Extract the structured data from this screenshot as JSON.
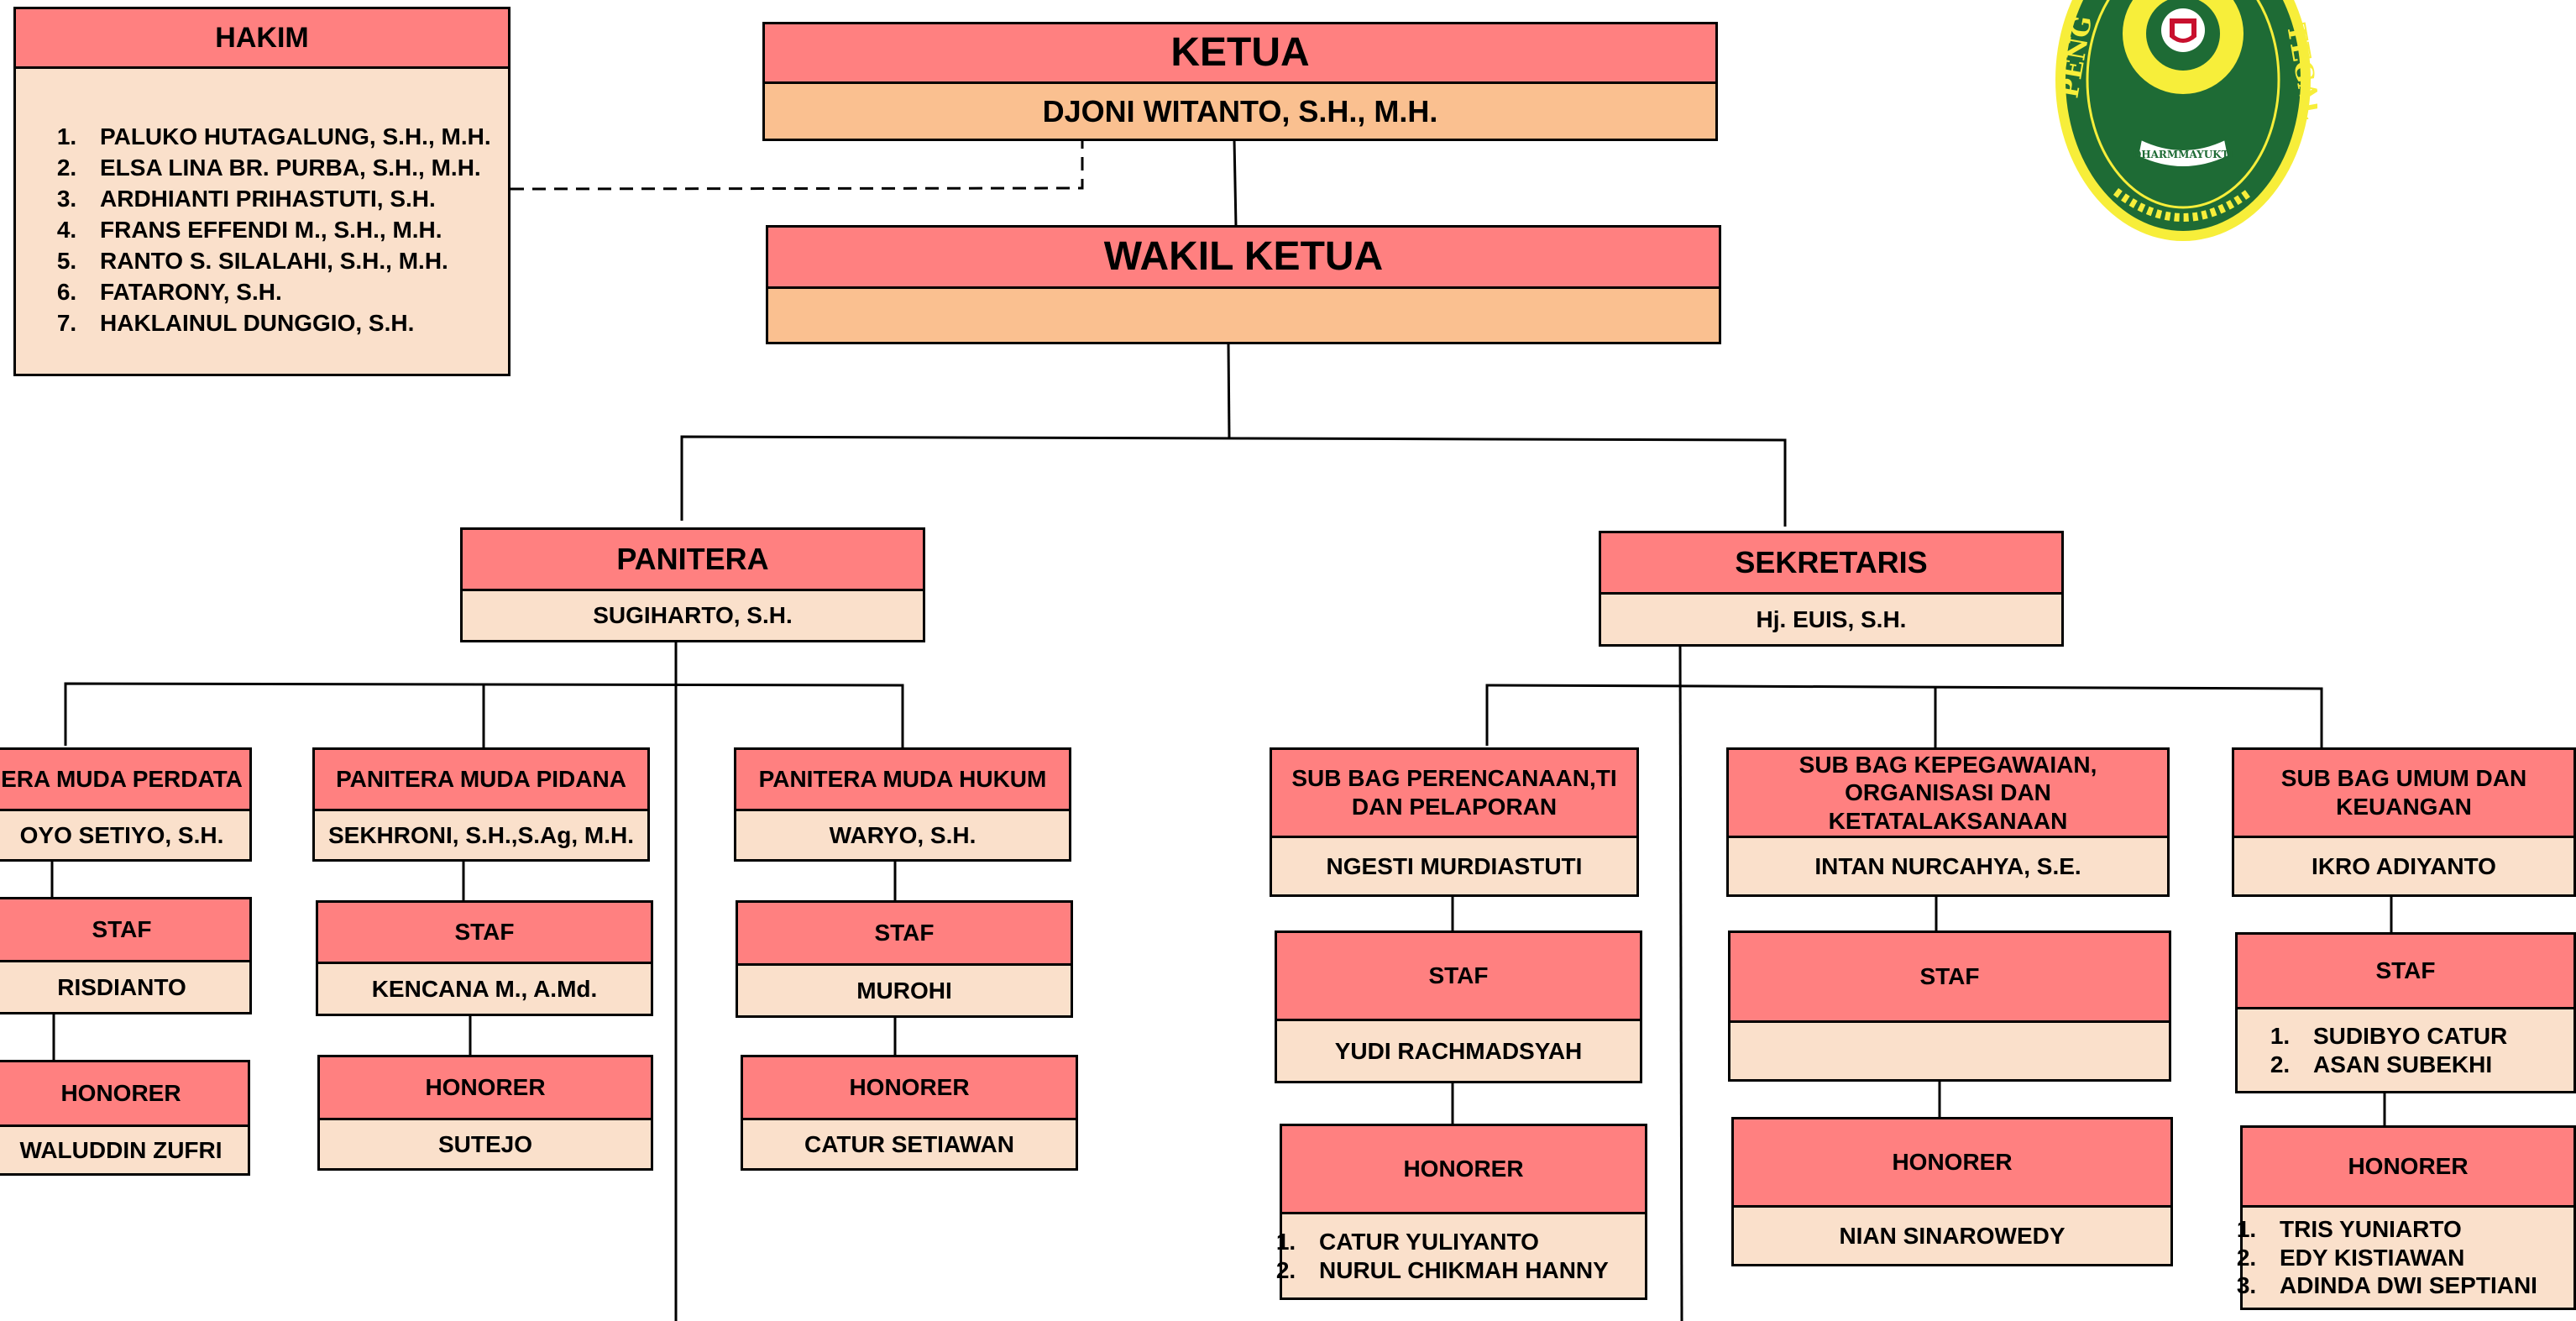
{
  "hakim": {
    "title": "HAKIM",
    "members": [
      "PALUKO HUTAGALUNG, S.H., M.H.",
      "ELSA LINA BR. PURBA, S.H., M.H.",
      "ARDHIANTI PRIHASTUTI, S.H.",
      "FRANS EFFENDI M., S.H., M.H.",
      "RANTO S. SILALAHI, S.H., M.H.",
      "FATARONY, S.H.",
      "HAKLAINUL DUNGGIO, S.H."
    ]
  },
  "ketua": {
    "title": "KETUA",
    "name": "DJONI WITANTO, S.H., M.H."
  },
  "wakil_ketua": {
    "title": "WAKIL KETUA",
    "name": ""
  },
  "panitera": {
    "title": "PANITERA",
    "name": "SUGIHARTO, S.H."
  },
  "sekretaris": {
    "title": "SEKRETARIS",
    "name": "Hj. EUIS, S.H."
  },
  "pm_perdata": {
    "title": "ERA MUDA PERDATA",
    "name": "OYO SETIYO, S.H.",
    "staf_title": "STAF",
    "staf": "RISDIANTO",
    "honorer_title": "HONORER",
    "honorer": "WALUDDIN ZUFRI"
  },
  "pm_pidana": {
    "title": "PANITERA MUDA PIDANA",
    "name": "SEKHRONI, S.H.,S.Ag, M.H.",
    "staf_title": "STAF",
    "staf": "KENCANA M., A.Md.",
    "honorer_title": "HONORER",
    "honorer": "SUTEJO"
  },
  "pm_hukum": {
    "title": "PANITERA MUDA HUKUM",
    "name": "WARYO, S.H.",
    "staf_title": "STAF",
    "staf": "MUROHI",
    "honorer_title": "HONORER",
    "honorer": "CATUR SETIAWAN"
  },
  "sb_perencanaan": {
    "title": "SUB BAG PERENCANAAN,TI DAN PELAPORAN",
    "name": "NGESTI MURDIASTUTI",
    "staf_title": "STAF",
    "staf": "YUDI RACHMADSYAH",
    "honorer_title": "HONORER",
    "honorer": [
      "CATUR YULIYANTO",
      "NURUL CHIKMAH HANNY"
    ]
  },
  "sb_kepegawaian": {
    "title": "SUB BAG KEPEGAWAIAN, ORGANISASI DAN KETATALAKSANAAN",
    "name": "INTAN NURCAHYA, S.E.",
    "staf_title": "STAF",
    "staf": "",
    "honorer_title": "HONORER",
    "honorer": "NIAN SINAROWEDY"
  },
  "sb_umum": {
    "title": "SUB BAG UMUM DAN KEUANGAN",
    "name": "IKRO ADIYANTO",
    "staf_title": "STAF",
    "staf": [
      "SUDIBYO CATUR",
      "ASAN SUBEKHI"
    ],
    "honorer_title": "HONORER",
    "honorer": [
      "TRIS YUNIARTO",
      "EDY KISTIAWAN",
      "ADINDA DWI SEPTIANI"
    ]
  },
  "logo": {
    "text_left": "PENG",
    "text_right": "TEGAL",
    "motto": "DHARMMAYUKTI"
  },
  "colors": {
    "header": "#ff8080",
    "body": "#fae0cb",
    "top_body": "#fac090",
    "logo_green": "#1e6b35",
    "logo_yellow": "#f7ee3a"
  }
}
